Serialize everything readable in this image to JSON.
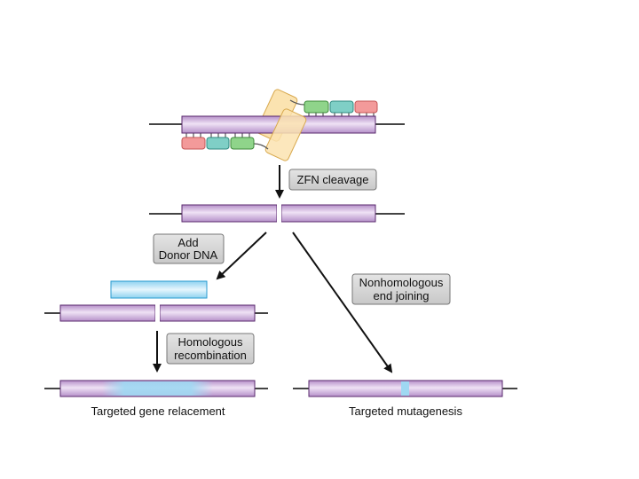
{
  "labels": {
    "zfn_cleavage": "ZFN cleavage",
    "add_donor_line1": "Add",
    "add_donor_line2": "Donor DNA",
    "nhej_line1": "Nonhomologous",
    "nhej_line2": "end joining",
    "hr_line1": "Homologous",
    "hr_line2": "recombination",
    "outcome_left": "Targeted gene relacement",
    "outcome_right": "Targeted mutagenesis"
  },
  "colors": {
    "dna": "#c9a8d8",
    "dna_border": "#5a2a6e",
    "donor": "#a8dcf2",
    "zfn_nuclease": "#fbe3b0",
    "finger_green": "#8fd48a",
    "finger_teal": "#7fcfc6",
    "finger_red": "#f39a9a",
    "label_box": "#d4d4d4"
  }
}
